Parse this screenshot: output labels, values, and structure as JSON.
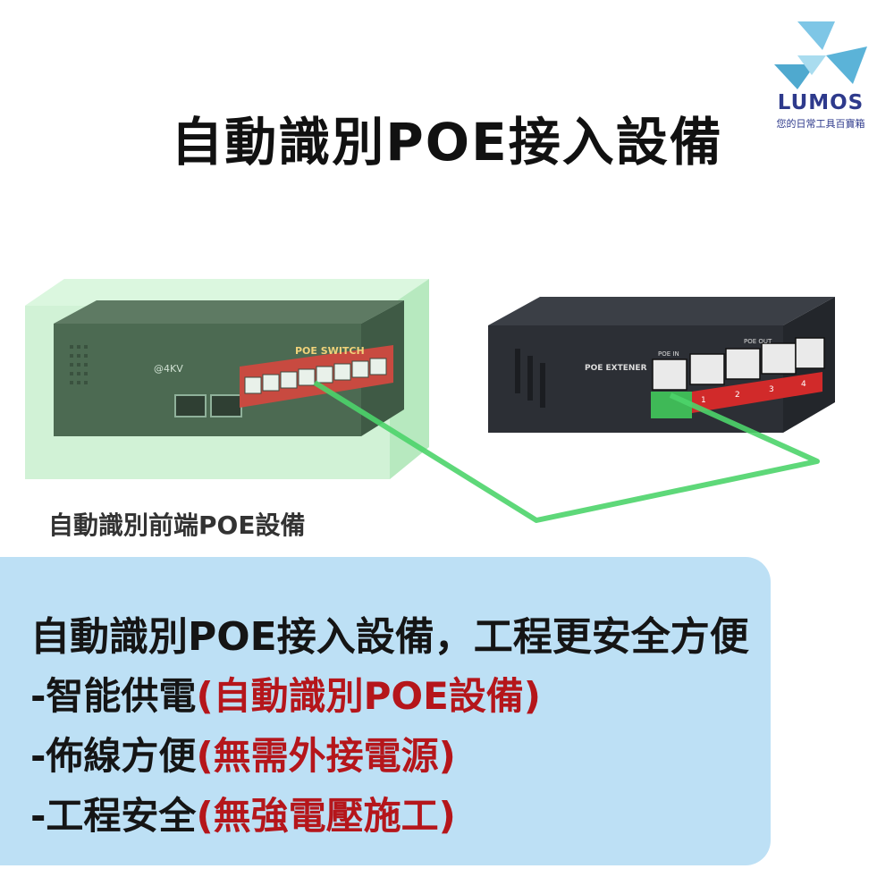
{
  "logo": {
    "name": "LUMOS",
    "tagline": "您的日常工具百寶箱",
    "colors": [
      "#7ec6e6",
      "#4fa9cf",
      "#2e3a8c"
    ]
  },
  "title": "自動識別POE接入設備",
  "illustration": {
    "left_device": {
      "brand": "@4KV",
      "label": "POE SWITCH"
    },
    "right_device": {
      "label": "POE EXTENER",
      "port_labels": [
        "POE IN",
        "POE OUT"
      ],
      "port_numbers": [
        "1",
        "2",
        "3",
        "4"
      ]
    },
    "link_color": "#4cd46a",
    "highlight_color": "#9ee6a8",
    "caption": "自動識別前端POE設備"
  },
  "info": {
    "headline": "自動識別POE接入設備，工程更安全方便",
    "lines": [
      {
        "prefix": "-智能供電",
        "highlight": "(自動識別POE設備)"
      },
      {
        "prefix": "-佈線方便",
        "highlight": "(無需外接電源)"
      },
      {
        "prefix": "-工程安全",
        "highlight": "(無強電壓施工)"
      }
    ],
    "accent_color": "#b5161b",
    "box_color": "#bde0f5"
  }
}
